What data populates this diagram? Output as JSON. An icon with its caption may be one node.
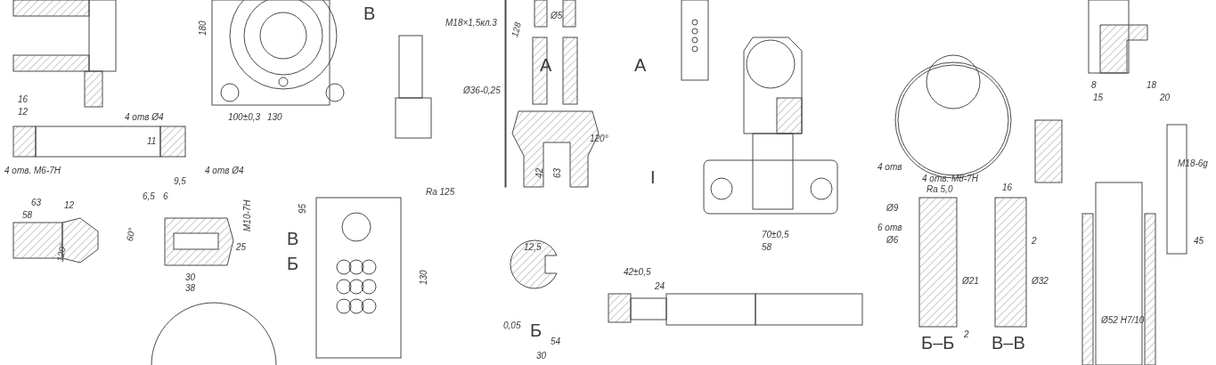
{
  "diagram": {
    "labels": [
      "В",
      "M18×1,5кл.3",
      "Ø5",
      "180",
      "128",
      "A",
      "A",
      "Ø36-0,25",
      "16",
      "12",
      "4 отв Ø4",
      "100±0,3",
      "130",
      "11",
      "120°",
      "42",
      "63",
      "I",
      "4 отв. M6-7H",
      "4 отв Ø4",
      "9,5",
      "8",
      "15",
      "18",
      "20",
      "4 отв",
      "4 отв. M8-7H",
      "M18-6g",
      "Ra 5,0",
      "16",
      "6,5",
      "6",
      "63",
      "12",
      "95",
      "Ra 125",
      "M10-7H",
      "58",
      "12,5",
      "Ø9",
      "6 отв",
      "Ø6",
      "60°",
      "25",
      "120°",
      "В",
      "Б",
      "70±0,5",
      "58",
      "2",
      "42±0,5",
      "24",
      "30",
      "Ø21",
      "Ø32",
      "130",
      "38",
      "2",
      "0,05",
      "Б",
      "Б–Б",
      "В–В",
      "Ø52 H7/10",
      "45",
      "54",
      "30"
    ]
  }
}
